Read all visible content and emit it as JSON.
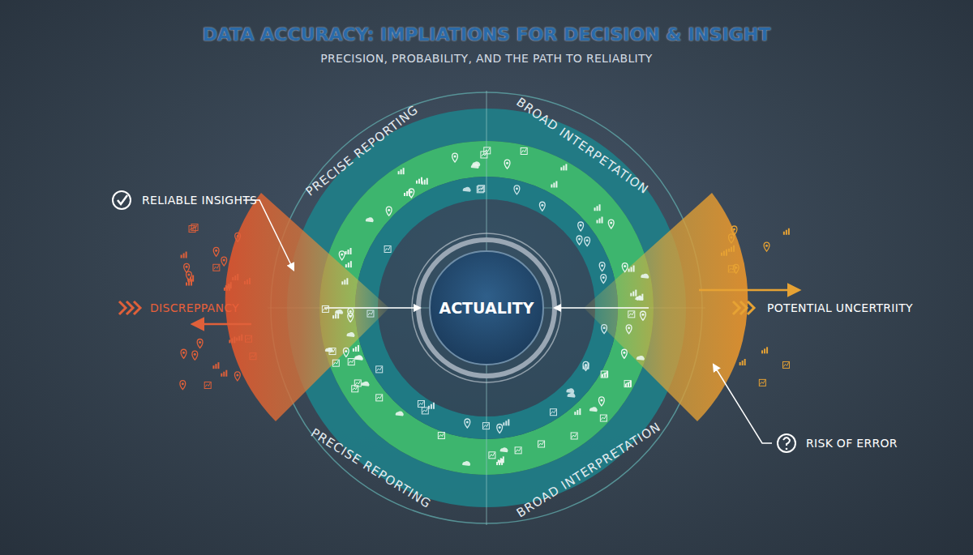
{
  "diagram": {
    "title": "DATA ACCURACY: IMPLIATIONS FOR DECISION & INSIGHT",
    "nodes": [
      {
        "text": [
          "ACTUALITY"
        ]
      }
    ],
    "labels": [
      "PRECISION, PROBABILITY, AND THE PATH TO RELIABLITY",
      "PRECISE REPORTING",
      "BROAD INTERPETATION",
      "PRECISE REPORTING",
      "BROAD INTERPRETATION",
      "RELIABLE INSIGHTS",
      "DISCREPPANCY",
      "POTENTIAL UNCERTRIITY",
      "RISK OF ERROR"
    ]
  }
}
